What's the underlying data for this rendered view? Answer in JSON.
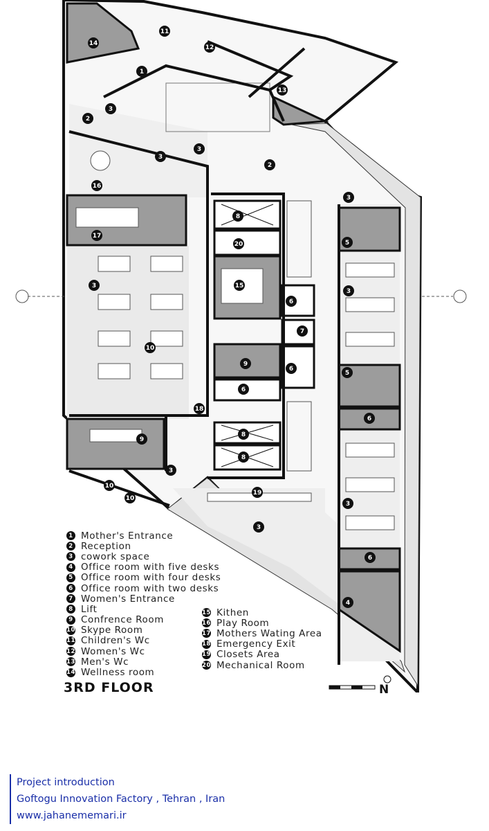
{
  "floor_title": "3RD FLOOR",
  "north_label": "N",
  "room_legend": [
    {
      "num": "1",
      "name": "Mother's Entrance"
    },
    {
      "num": "2",
      "name": "Reception"
    },
    {
      "num": "3",
      "name": "cowork space"
    },
    {
      "num": "4",
      "name": "Office room with five desks"
    },
    {
      "num": "5",
      "name": "Office room with four desks"
    },
    {
      "num": "6",
      "name": "Office room with two desks"
    },
    {
      "num": "7",
      "name": "Women's Entrance"
    },
    {
      "num": "8",
      "name": "Lift"
    },
    {
      "num": "9",
      "name": "Confrence Room"
    },
    {
      "num": "10",
      "name": "Skype Room"
    },
    {
      "num": "11",
      "name": "Children's Wc"
    },
    {
      "num": "12",
      "name": "Women's Wc"
    },
    {
      "num": "13",
      "name": "Men's Wc"
    },
    {
      "num": "14",
      "name": "Wellness room"
    },
    {
      "num": "15",
      "name": "Kithen"
    },
    {
      "num": "16",
      "name": "Play Room"
    },
    {
      "num": "17",
      "name": "Mothers Wating Area"
    },
    {
      "num": "18",
      "name": "Emergency Exit"
    },
    {
      "num": "19",
      "name": "Closets Area"
    },
    {
      "num": "20",
      "name": "Mechanical Room"
    }
  ],
  "footer": {
    "line1": "Project introduction",
    "line2": "Goftogu Innovation Factory , Tehran , Iran",
    "line3": "www.jahanememari.ir"
  },
  "colors": {
    "wall": "#111111",
    "room_fill": "#9c9c9c",
    "light_fill": "#ececec",
    "accent_text": "#1a2fa8"
  }
}
